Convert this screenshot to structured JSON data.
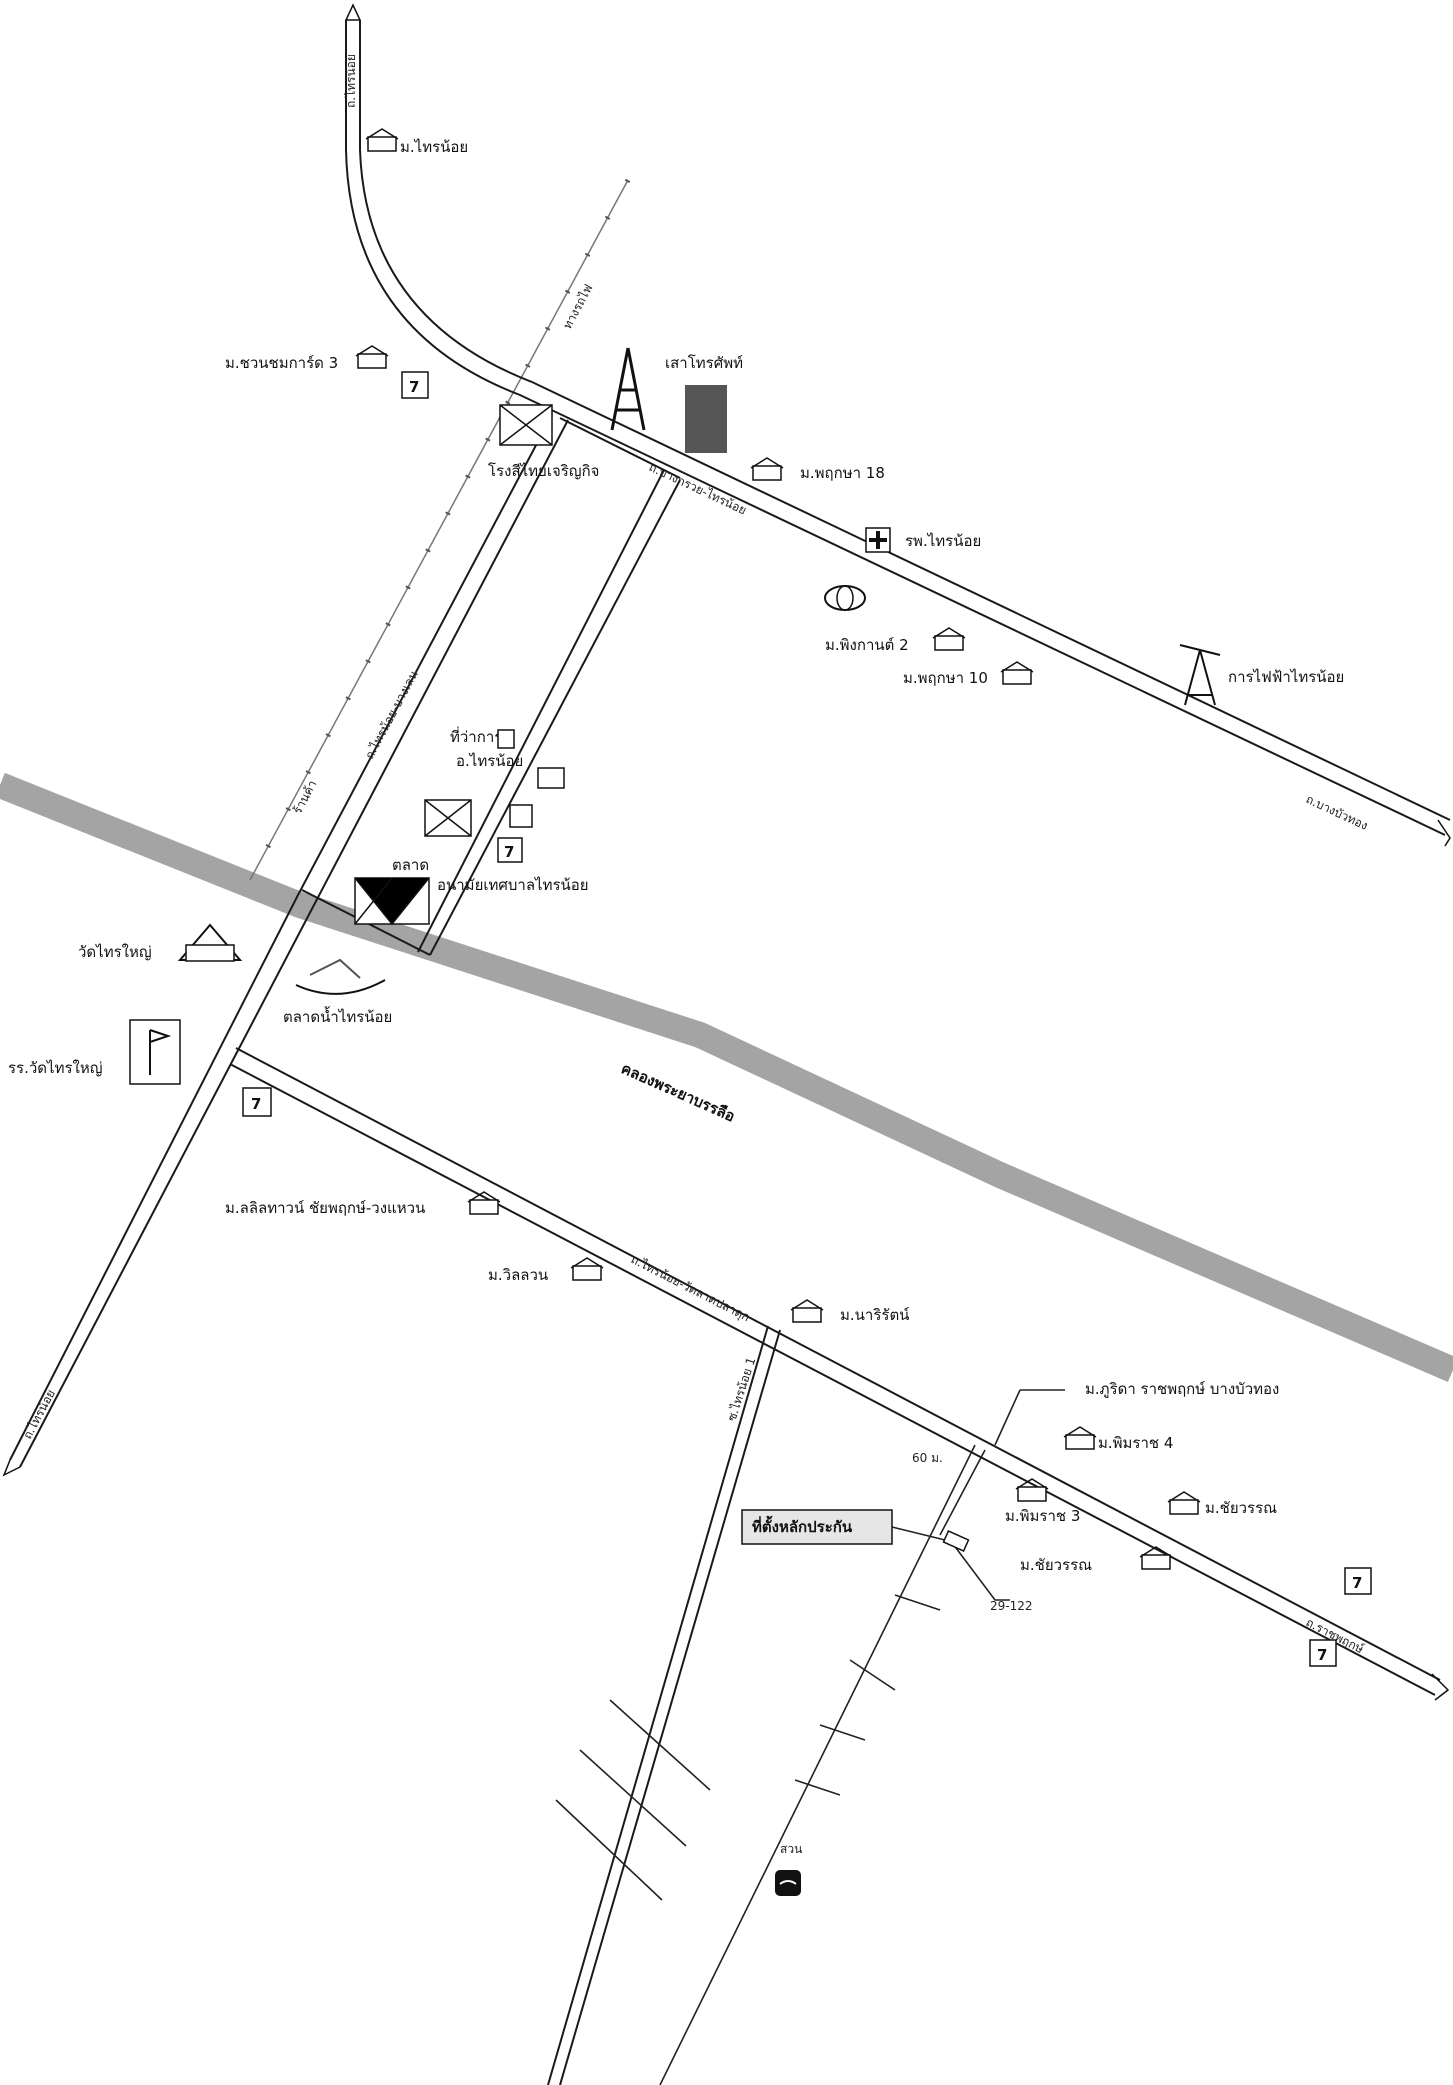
{
  "labels": {
    "moo_sainoi": "ม.ไทรน้อย",
    "moo_suanchomphu3": "ม.ชวนชมการ์ด 3",
    "sao_tower": "เสาโทรศัพท์",
    "ban_pruksa_18": "ม.พฤกษา 18",
    "hospital_sainoi": "รพ.ไทรน้อย",
    "moo_pingkan2": "ม.พิงกานต์ 2",
    "ban_pruksa_10": "ม.พฤกษา 10",
    "power_sainoi": "การไฟฟ้าไทรน้อย",
    "factory": "โรงสีไทยเจริญกิจ",
    "district_office_1": "ที่ว่าการ",
    "district_office_2": "อ.ไทรน้อย",
    "market": "ตลาด",
    "municipality": "อนามัยเทศบาลไทรน้อย",
    "wat_saiyai": "วัดไทรใหญ่",
    "floating_market": "ตลาดน้ำไทรน้อย",
    "school_watsaiyai": "รร.วัดไทรใหญ่",
    "canal_name": "คลองพระยาบรรลือ",
    "moo_longsat": "ม.ลลิลทาวน์ ชัยพฤกษ์-วงแหวน",
    "moo_wilawan": "ม.วิลลวน",
    "moo_narin": "ม.นาริรัตน์",
    "moo_phuttharaksa": "ม.ภูริดา ราชพฤกษ์ บางบัวทอง",
    "moo_pimrat4": "ม.พิมราช 4",
    "dist_60": "60 ม.",
    "moo_pimrat3": "ม.พิมราช 3",
    "moo_chaiwan": "ม.ชัยวรรณ",
    "location_box": "ที่ตั้งหลักประกัน",
    "moo_chaiwan2": "ม.ชัยวรรณ",
    "plot_no": "29-122",
    "park": "สวน",
    "road_north": "ถ.ไทรน้อย",
    "road_main_e": "ถ.บางกรวย-ไทรน้อย",
    "road_side": "ถ.ไทรน้อย-บางเลน",
    "road_ne_end": "ถ.บางบัวทอง",
    "road_south_main": "ถ.ไทรน้อย-วัดลาดปลาดุก",
    "road_south_e": "ถ.ราชพฤกษ์",
    "road_sw_end": "ถ.ไทรน้อย",
    "soi_branch": "ซ.ไทรน้อย 1",
    "rail_label": "ทางรถไฟ",
    "road_shop": "ร้านค้า"
  },
  "icons": {
    "house": "house-icon",
    "seven_eleven": "seven-eleven-icon",
    "hospital": "hospital-cross-icon",
    "tower": "tower-icon",
    "power": "power-pylon-icon",
    "temple": "temple-icon",
    "school": "school-flag-icon",
    "park": "swimming-icon",
    "toyota": "toyota-logo-icon",
    "market": "market-roof-icon"
  }
}
